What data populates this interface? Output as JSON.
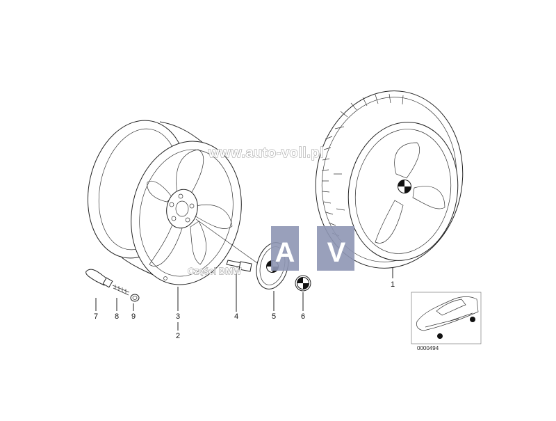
{
  "diagram": {
    "watermark_url": "www.auto-voll.pl",
    "watermark_sub": "Części BMW",
    "watermark_letters": [
      "A",
      "V"
    ],
    "diagram_code": "0000494",
    "labels": [
      "1",
      "2",
      "3",
      "4",
      "5",
      "6",
      "7",
      "8",
      "9"
    ],
    "colors": {
      "line": "#222222",
      "watermark_block": "#8e96b4",
      "emblem_dark": "#111111"
    }
  }
}
